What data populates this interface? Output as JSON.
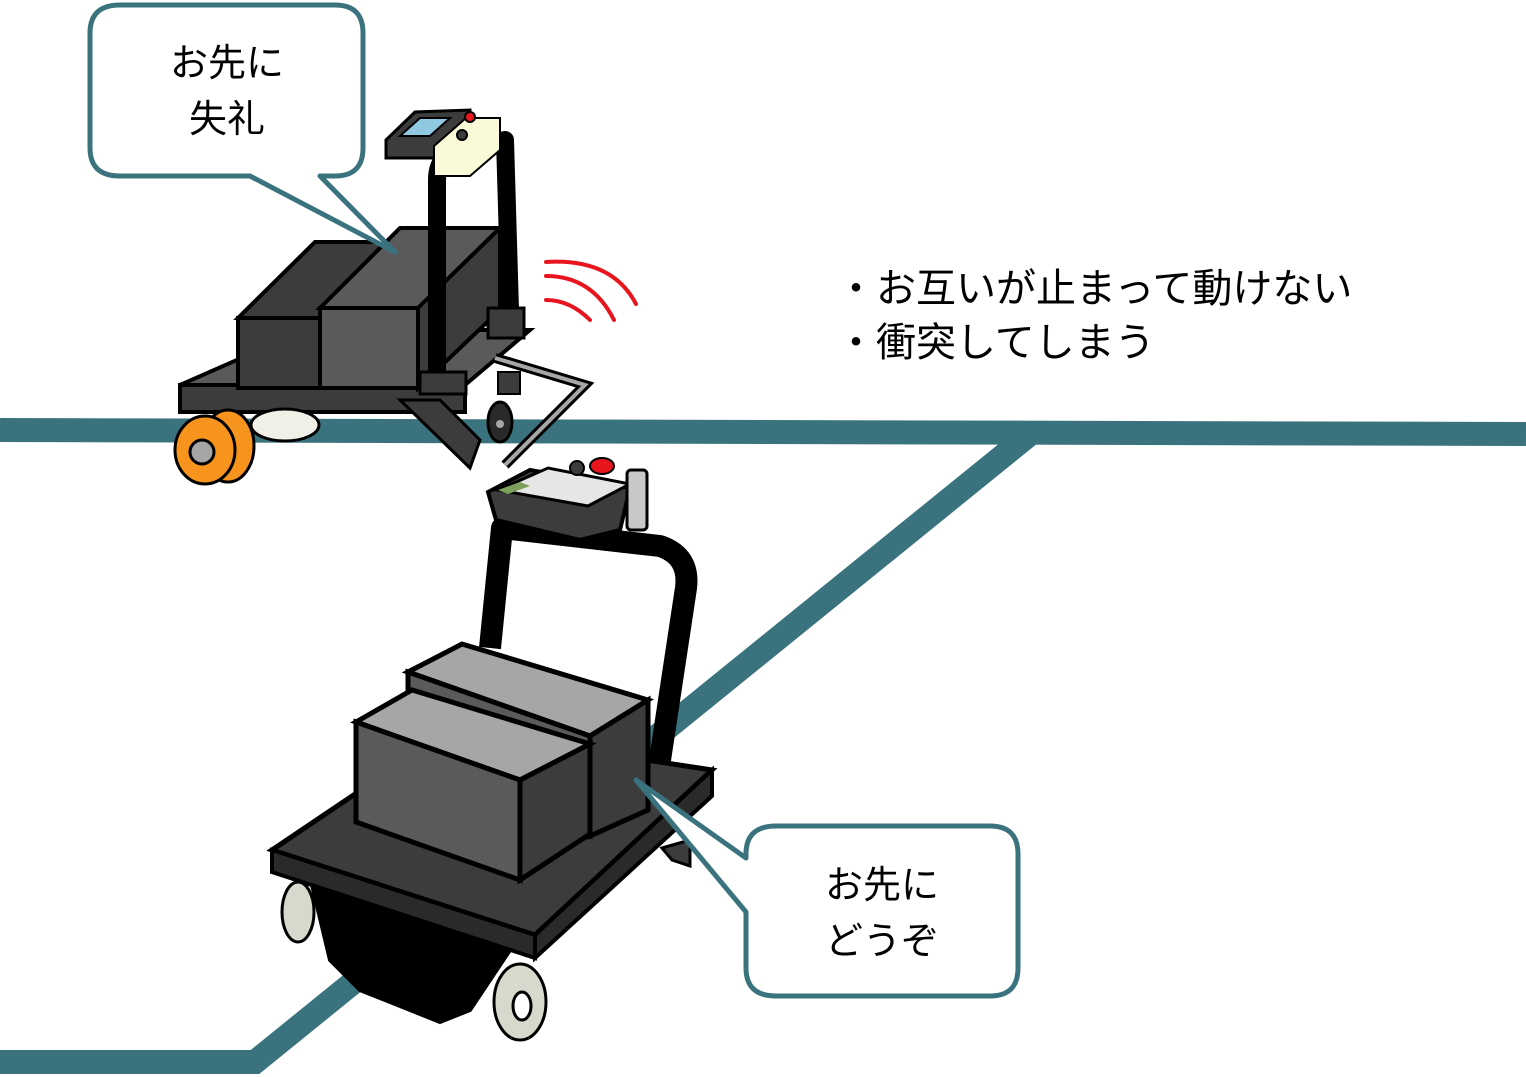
{
  "bubble_top": {
    "line1": "お先に",
    "line2": "失礼"
  },
  "bubble_bottom": {
    "line1": "お先に",
    "line2": "どうぞ"
  },
  "notes": [
    "・お互いが止まって動けない",
    "・衝突してしまう"
  ],
  "colors": {
    "track": "#3a737d",
    "bubble_border": "#3a737d",
    "signal": "#e8141e",
    "wheel": "#f7941d",
    "body_dark": "#3c3c3c",
    "body_mid": "#5a5a5a",
    "body_light": "#a6a6a6"
  }
}
